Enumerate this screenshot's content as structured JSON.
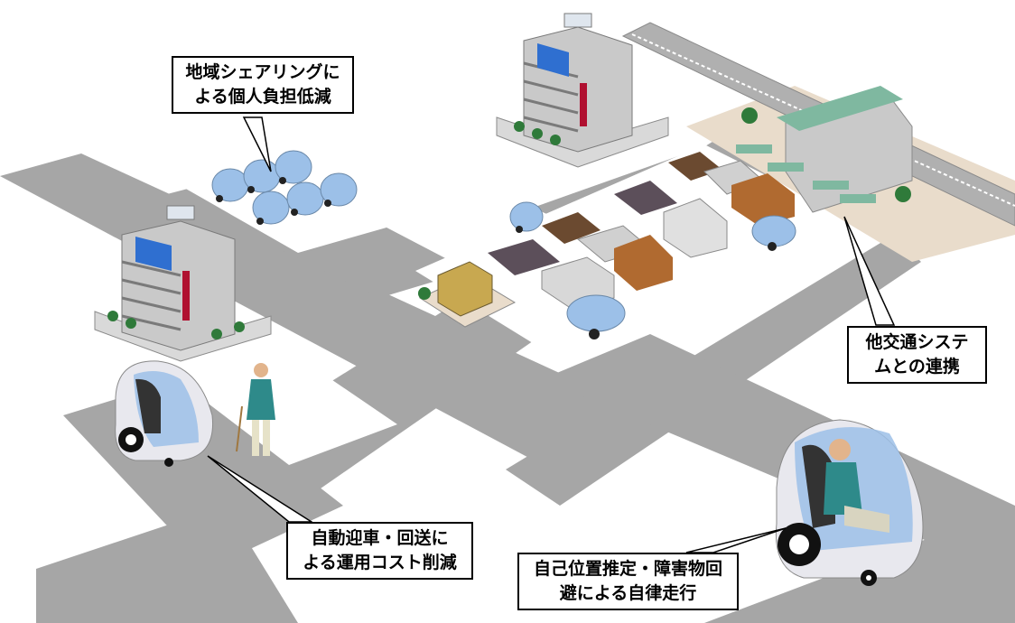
{
  "callouts": {
    "sharing": {
      "line1": "地域シェアリングに",
      "line2": "よる個人負担低減"
    },
    "transit": {
      "line1": "他交通システ",
      "line2": "ムとの連携"
    },
    "autopickup": {
      "line1": "自動迎車・回送に",
      "line2": "よる運用コスト削減"
    },
    "selfdriving": {
      "line1": "自己位置推定・障害物回",
      "line2": "避による自律走行"
    }
  },
  "colors": {
    "road": "#a6a6a6",
    "road_edge": "#8c8c8c",
    "building_wall": "#c9c9c9",
    "building_stripe": "#7a7a7a",
    "sign_blue": "#2f6fd0",
    "banner_red": "#b01030",
    "vehicle_glass": "#9cc0e8",
    "vehicle_body": "#e8e8ee",
    "station_roof": "#7fb8a0",
    "plaza": "#e9dccb",
    "tree": "#2f7a3a",
    "callout_border": "#000000"
  }
}
